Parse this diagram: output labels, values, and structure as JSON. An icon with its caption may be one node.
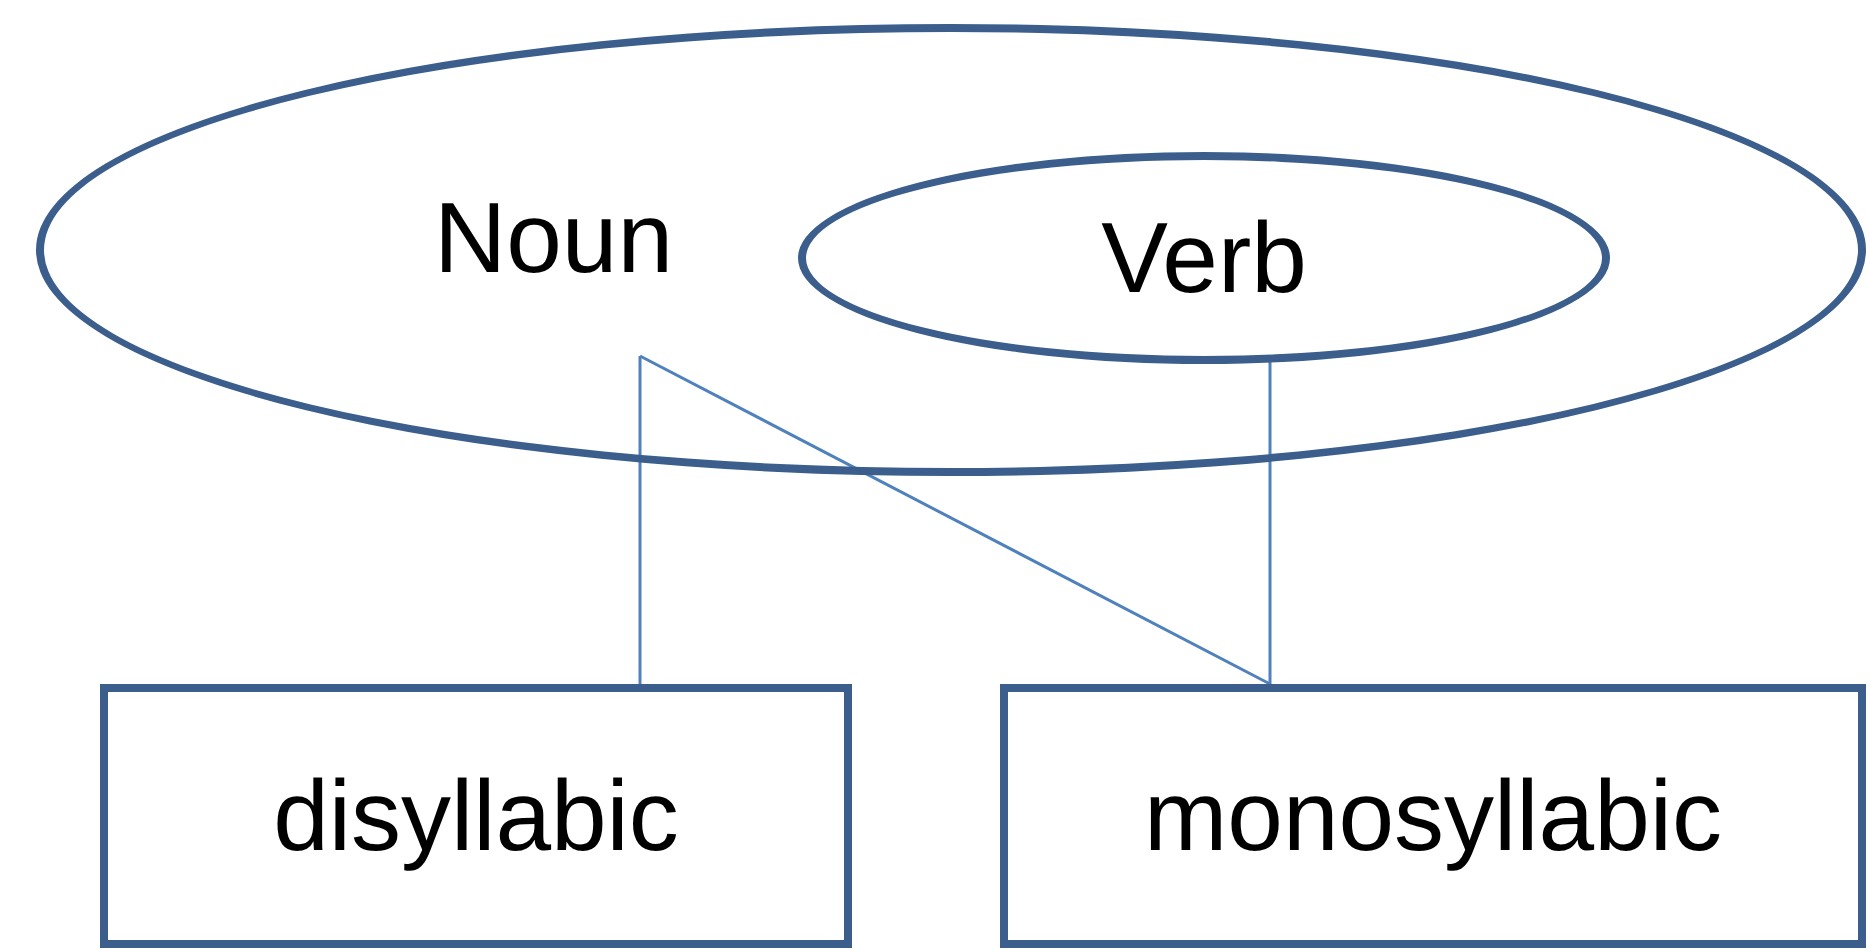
{
  "diagram": {
    "nodes": [
      {
        "text": [
          "Noun"
        ]
      },
      {
        "text": [
          "Verb"
        ],
        "in": 0
      },
      {
        "text": [
          "disyllabic"
        ]
      },
      {
        "text": [
          "monosyllabic"
        ]
      }
    ],
    "edges": [
      {
        "from": 0,
        "to": 2,
        "arrow": "none"
      },
      {
        "from": 0,
        "to": 3,
        "arrow": "none"
      },
      {
        "from": 1,
        "to": 3,
        "arrow": "none"
      }
    ]
  }
}
